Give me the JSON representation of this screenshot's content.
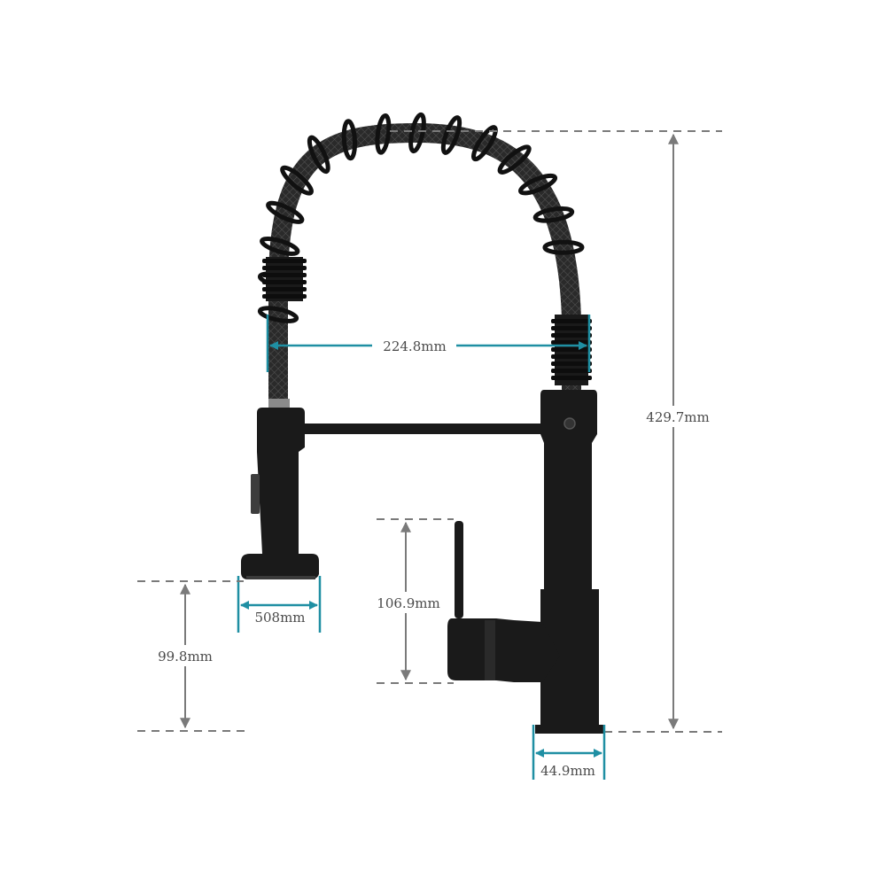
{
  "dimensions": {
    "spout_reach": "224.8mm",
    "total_height": "429.7mm",
    "handle_height": "106.9mm",
    "spray_head_diameter": "508mm",
    "spray_head_clearance": "99.8mm",
    "base_diameter": "44.9mm"
  },
  "colors": {
    "faucet": "#1a1a1a",
    "dimension_teal": "#1f8fa3",
    "dimension_grey": "#7a7a7a",
    "label_text": "#4a4a4a"
  },
  "icons": [
    "faucet-illustration",
    "spring-coil",
    "arrow-head"
  ]
}
